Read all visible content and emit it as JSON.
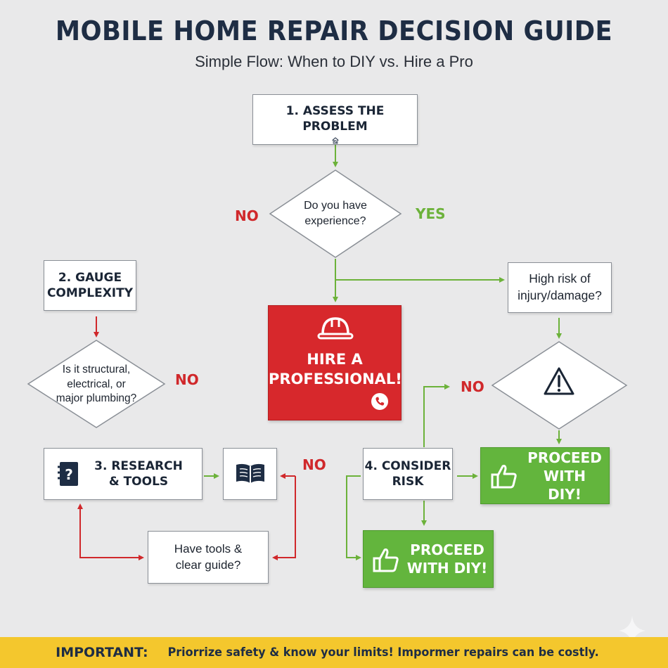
{
  "header": {
    "title": "MOBILE HOME REPAIR DECISION GUIDE",
    "subtitle": "Simple Flow: When to DIY vs. Hire a Pro"
  },
  "nodes": {
    "assess": "1. ASSESS THE PROBLEM",
    "experience": [
      "Do you have",
      "experience?"
    ],
    "gauge": [
      "2. GAUGE",
      "COMPLEXITY"
    ],
    "structural": [
      "Is it structural,",
      "electrical, or",
      "major plumbing?"
    ],
    "professional": [
      "HIRE A",
      "PROFESSIONAL!"
    ],
    "high_risk": [
      "High risk of",
      "injury/damage?"
    ],
    "research": [
      "3. RESEARCH",
      "& TOOLS"
    ],
    "tools_guide": [
      "Have tools &",
      "clear guide?"
    ],
    "consider_risk": [
      "4. CONSIDER",
      "RISK"
    ],
    "proceed_right": [
      "PROCEED",
      "WITH DIY!"
    ],
    "proceed_bottom": [
      "PROCEED",
      "WITH DIY!"
    ]
  },
  "labels": {
    "no_experience": "NO",
    "yes_experience": "YES",
    "no_structural": "NO",
    "no_tools": "NO",
    "no_risk": "NO"
  },
  "footer": {
    "lead": "IMPORTANT:",
    "text": "Priorrize safety & know your limits! Impormer repairs can be costly."
  },
  "colors": {
    "red": "#d7282c",
    "green": "#63b53d",
    "navy": "#1e2d44",
    "yellow": "#f4c72d"
  },
  "icons": [
    "house-search-icon",
    "hard-hat-icon",
    "phone-icon",
    "warning-icon",
    "question-notebook-icon",
    "open-book-icon",
    "thumbs-up-icon"
  ]
}
